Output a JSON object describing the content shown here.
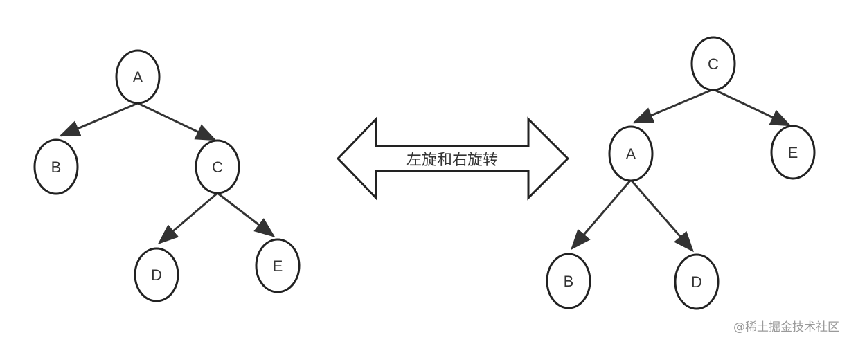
{
  "center_label": "左旋和右旋转",
  "watermark": "@稀土掘金技术社区",
  "left_tree": {
    "nodes": {
      "A": "A",
      "B": "B",
      "C": "C",
      "D": "D",
      "E": "E"
    }
  },
  "right_tree": {
    "nodes": {
      "A": "A",
      "B": "B",
      "C": "C",
      "D": "D",
      "E": "E"
    }
  }
}
